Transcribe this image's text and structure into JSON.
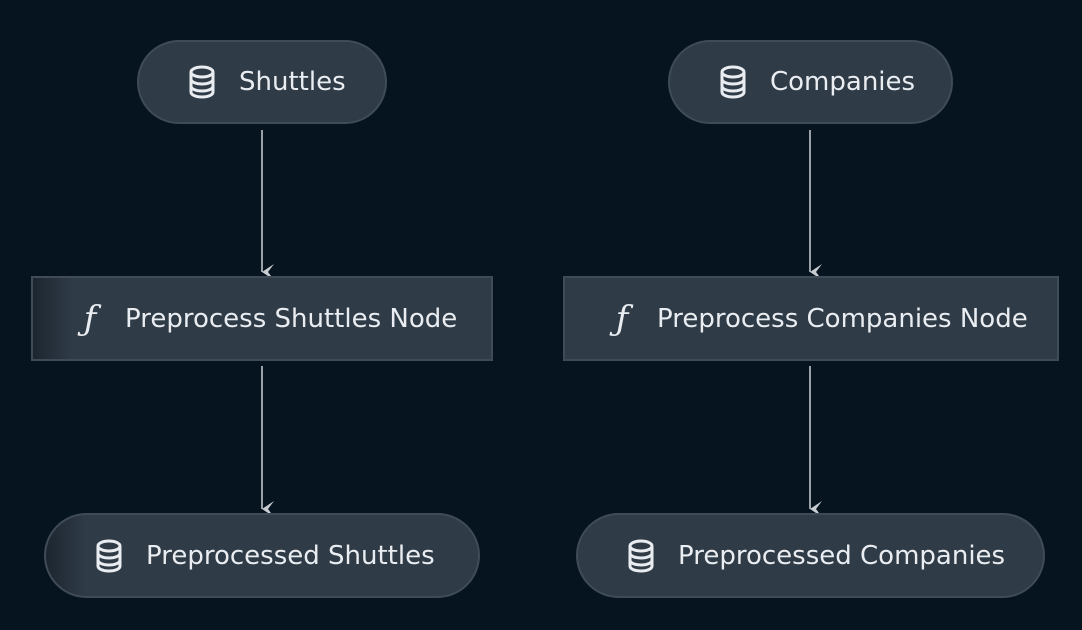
{
  "nodes": {
    "shuttles": {
      "label": "Shuttles",
      "icon": "database-icon",
      "type": "dataset"
    },
    "companies": {
      "label": "Companies",
      "icon": "database-icon",
      "type": "dataset"
    },
    "preprocess_shuttles_node": {
      "label": "Preprocess Shuttles Node",
      "icon": "function-icon",
      "type": "task"
    },
    "preprocess_companies_node": {
      "label": "Preprocess Companies Node",
      "icon": "function-icon",
      "type": "task"
    },
    "preprocessed_shuttles": {
      "label": "Preprocessed Shuttles",
      "icon": "database-icon",
      "type": "dataset"
    },
    "preprocessed_companies": {
      "label": "Preprocessed Companies",
      "icon": "database-icon",
      "type": "dataset"
    }
  },
  "edges": [
    {
      "from": "shuttles",
      "to": "preprocess_shuttles_node"
    },
    {
      "from": "preprocess_shuttles_node",
      "to": "preprocessed_shuttles"
    },
    {
      "from": "companies",
      "to": "preprocess_companies_node"
    },
    {
      "from": "preprocess_companies_node",
      "to": "preprocessed_companies"
    }
  ],
  "colors": {
    "background": "#061420",
    "node_fill": "#2f3b47",
    "node_border": "#3f4b57",
    "text": "#e9edf1",
    "edge": "#9aa1a8"
  }
}
